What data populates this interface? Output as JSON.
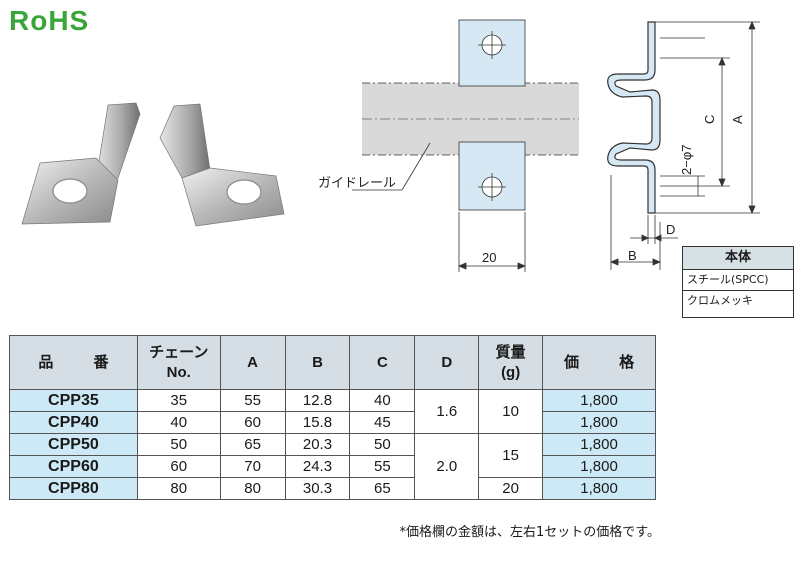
{
  "logo": {
    "text": "RoHS",
    "color": "#3aa63a"
  },
  "drawing": {
    "rail_label": "ガイドレール",
    "dim_width": "20",
    "dim_A": "A",
    "dim_B": "B",
    "dim_C": "C",
    "dim_D": "D",
    "dim_hole": "2−φ7"
  },
  "material": {
    "header": "本体",
    "lines": [
      "スチール(SPCC)",
      "クロムメッキ"
    ]
  },
  "table": {
    "headers": {
      "code": "品 番",
      "chain_1": "チェーン",
      "chain_2": "No.",
      "A": "A",
      "B": "B",
      "C": "C",
      "D": "D",
      "mass_1": "質量",
      "mass_2": "(g)",
      "price": "価 格"
    },
    "rows": [
      {
        "code": "CPP35",
        "chain": "35",
        "A": "55",
        "B": "12.8",
        "C": "40",
        "price": "1,800"
      },
      {
        "code": "CPP40",
        "chain": "40",
        "A": "60",
        "B": "15.8",
        "C": "45",
        "price": "1,800"
      },
      {
        "code": "CPP50",
        "chain": "50",
        "A": "65",
        "B": "20.3",
        "C": "50",
        "price": "1,800"
      },
      {
        "code": "CPP60",
        "chain": "60",
        "A": "70",
        "B": "24.3",
        "C": "55",
        "price": "1,800"
      },
      {
        "code": "CPP80",
        "chain": "80",
        "A": "80",
        "B": "30.3",
        "C": "65",
        "price": "1,800"
      }
    ],
    "d_groups": [
      "1.6",
      "2.0"
    ],
    "mass_groups": [
      "10",
      "15",
      "20"
    ]
  },
  "note": "*価格欄の金額は、左右1セットの価格です。",
  "colors": {
    "header_bg": "#d4dee4",
    "code_bg": "#cce9f5",
    "part_fill": "#d5e8f3",
    "rail_fill": "#d9d9d9"
  }
}
